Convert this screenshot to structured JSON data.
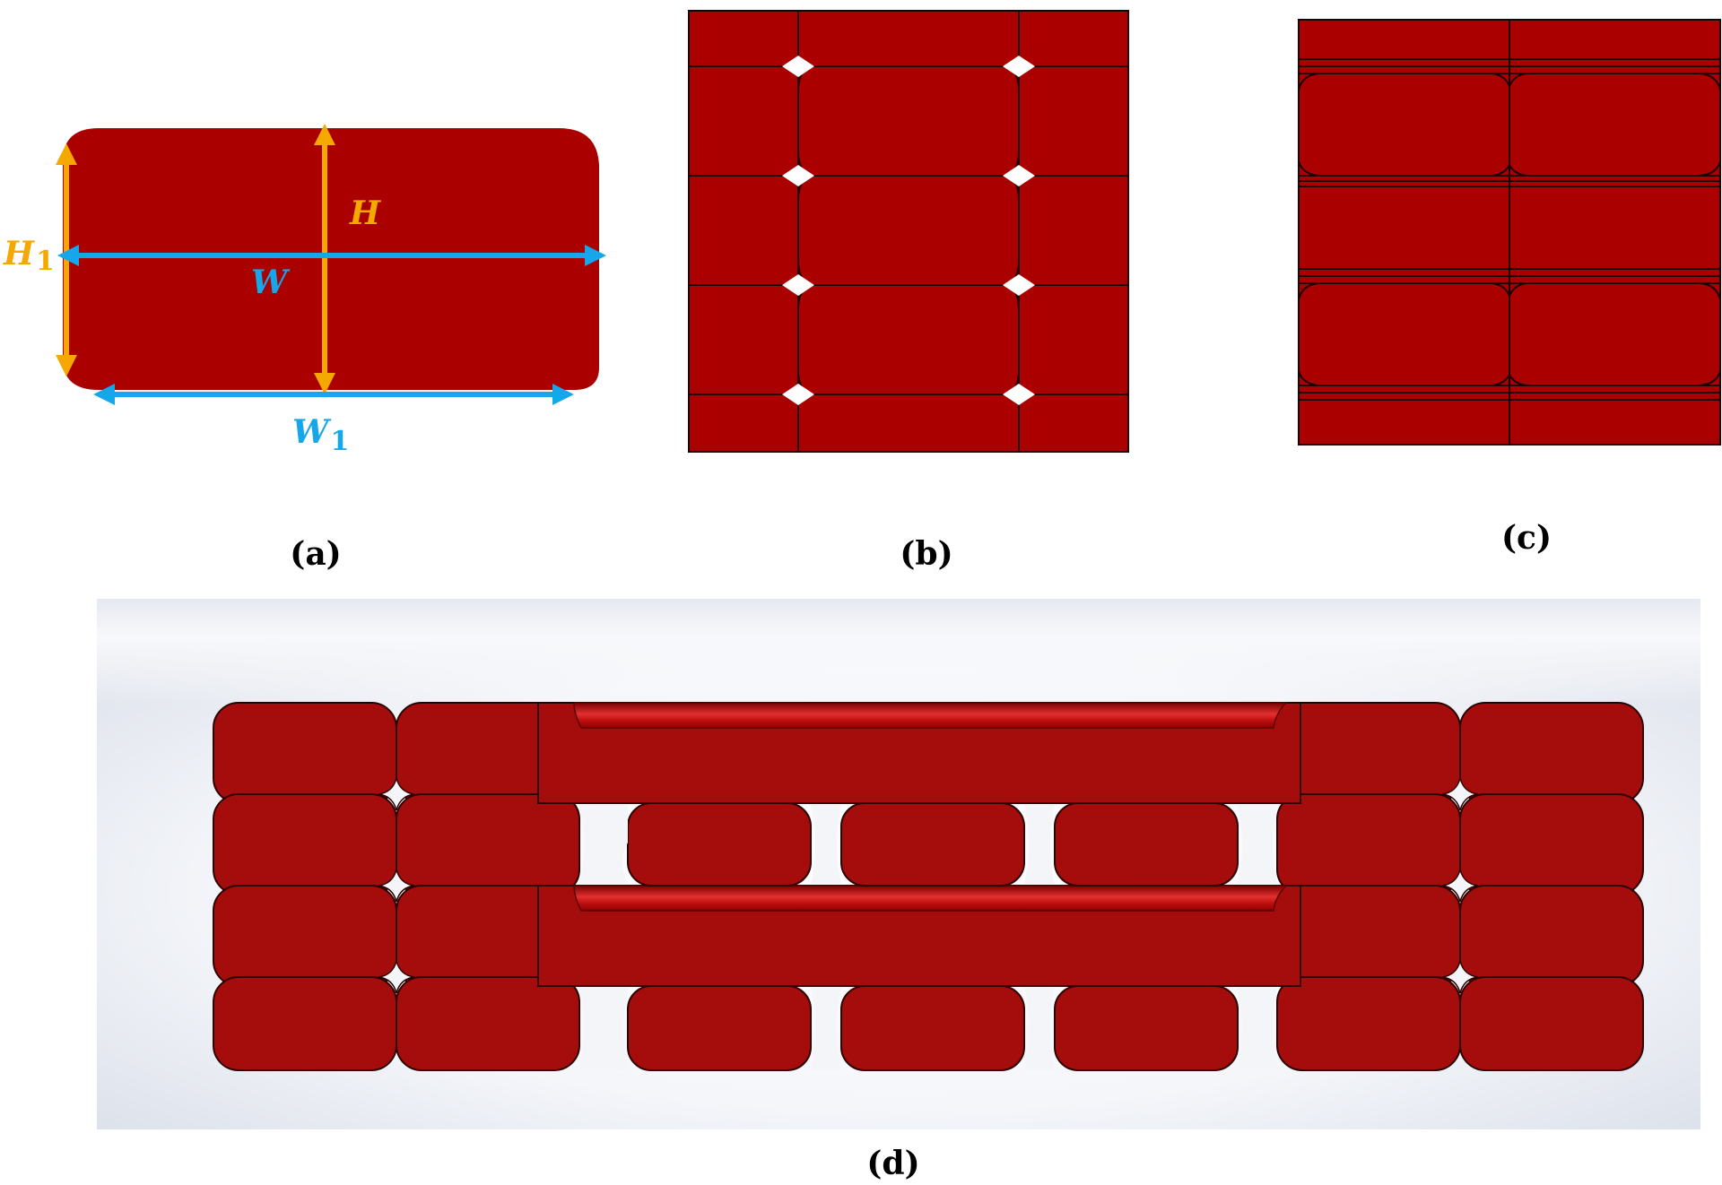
{
  "figure": {
    "panels": [
      {
        "id": "a",
        "label": "(a)"
      },
      {
        "id": "b",
        "label": "(b)"
      },
      {
        "id": "c",
        "label": "(c)"
      },
      {
        "id": "d",
        "label": "(d)"
      }
    ],
    "dimensions": {
      "H": "H",
      "H1_main": "H",
      "H1_sub": "1",
      "W": "W",
      "W1_main": "W",
      "W1_sub": "1"
    }
  },
  "colors": {
    "cell_fill": "#aa0000",
    "cell_fill_d": "#a50c0c",
    "outline": "#1a0000",
    "height_arrow": "#f5a800",
    "width_arrow": "#16a7ea",
    "background": "#ffffff",
    "render_bg_edge": "#d8dde8"
  }
}
